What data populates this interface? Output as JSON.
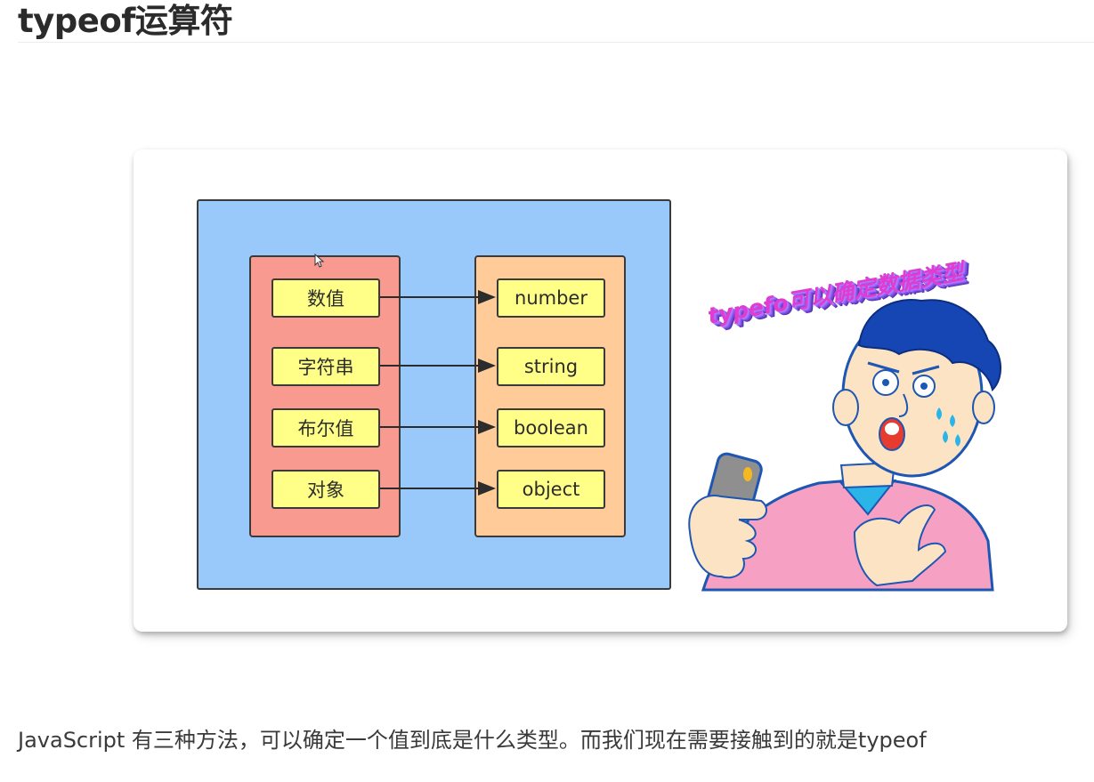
{
  "heading": "typeof运算符",
  "diagram": {
    "left_items": [
      "数值",
      "字符串",
      "布尔值",
      "对象"
    ],
    "right_items": [
      "number",
      "string",
      "boolean",
      "object"
    ]
  },
  "cartoon": {
    "caption": "typefo可以确定数据类型"
  },
  "paragraph": "JavaScript 有三种方法，可以确定一个值到底是什么类型。而我们现在需要接触到的就是typeof"
}
